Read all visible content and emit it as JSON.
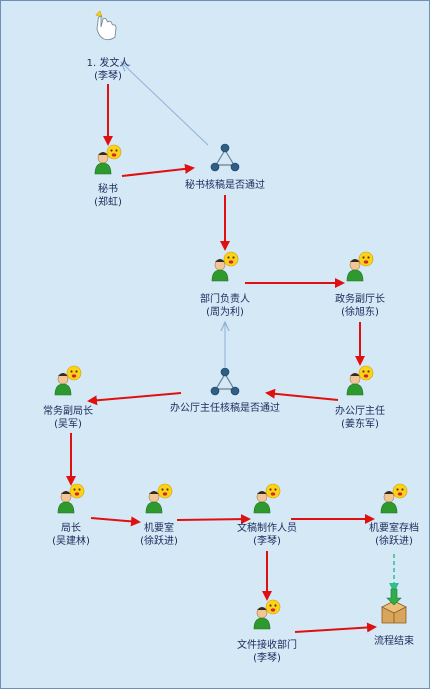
{
  "colors": {
    "background": "#d5e8f6",
    "main_flow_arrow": "#e01010",
    "return_arrow": "#8fb0d8",
    "archive_arrow": "#2fbf8f",
    "label_text": "#1a2a5a"
  },
  "nodes": [
    {
      "id": "start",
      "kind": "start-icon",
      "name": "1. 发文人",
      "person": "(李琴)"
    },
    {
      "id": "secretary",
      "kind": "user-icon",
      "name": "秘书",
      "person": "(郑虹)"
    },
    {
      "id": "sec_review",
      "kind": "decision-icon",
      "name": "秘书核稿是否通过",
      "person": ""
    },
    {
      "id": "dept_head",
      "kind": "user-icon",
      "name": "部门负责人",
      "person": "(周为利)"
    },
    {
      "id": "deputy_director",
      "kind": "user-icon",
      "name": "政务副厅长",
      "person": "(徐旭东)"
    },
    {
      "id": "office_director",
      "kind": "user-icon",
      "name": "办公厅主任",
      "person": "(姜东军)"
    },
    {
      "id": "office_review",
      "kind": "decision-icon",
      "name": "办公厅主任核稿是否通过",
      "person": ""
    },
    {
      "id": "exec_deputy",
      "kind": "user-icon",
      "name": "常务副局长",
      "person": "(吴军)"
    },
    {
      "id": "director",
      "kind": "user-icon",
      "name": "局长",
      "person": "(吴建林)"
    },
    {
      "id": "confidential_room",
      "kind": "user-icon",
      "name": "机要室",
      "person": "(徐跃进)"
    },
    {
      "id": "drafter",
      "kind": "user-icon",
      "name": "文稿制作人员",
      "person": "(李琴)"
    },
    {
      "id": "archive",
      "kind": "user-icon",
      "name": "机要室存档",
      "person": "(徐跃进)"
    },
    {
      "id": "receiver",
      "kind": "user-icon",
      "name": "文件接收部门",
      "person": "(李琴)"
    },
    {
      "id": "end",
      "kind": "end-icon",
      "name": "流程结束",
      "person": ""
    }
  ],
  "edges": [
    {
      "from": "start",
      "to": "secretary",
      "style": "main"
    },
    {
      "from": "secretary",
      "to": "sec_review",
      "style": "main"
    },
    {
      "from": "sec_review",
      "to": "start",
      "style": "return"
    },
    {
      "from": "sec_review",
      "to": "dept_head",
      "style": "main"
    },
    {
      "from": "dept_head",
      "to": "deputy_director",
      "style": "main"
    },
    {
      "from": "deputy_director",
      "to": "office_director",
      "style": "main"
    },
    {
      "from": "office_director",
      "to": "office_review",
      "style": "main"
    },
    {
      "from": "office_review",
      "to": "dept_head",
      "style": "return"
    },
    {
      "from": "office_review",
      "to": "exec_deputy",
      "style": "main"
    },
    {
      "from": "exec_deputy",
      "to": "director",
      "style": "main"
    },
    {
      "from": "director",
      "to": "confidential_room",
      "style": "main"
    },
    {
      "from": "confidential_room",
      "to": "drafter",
      "style": "main"
    },
    {
      "from": "drafter",
      "to": "archive",
      "style": "main"
    },
    {
      "from": "drafter",
      "to": "receiver",
      "style": "main"
    },
    {
      "from": "receiver",
      "to": "end",
      "style": "main"
    },
    {
      "from": "archive",
      "to": "end",
      "style": "archive"
    }
  ]
}
